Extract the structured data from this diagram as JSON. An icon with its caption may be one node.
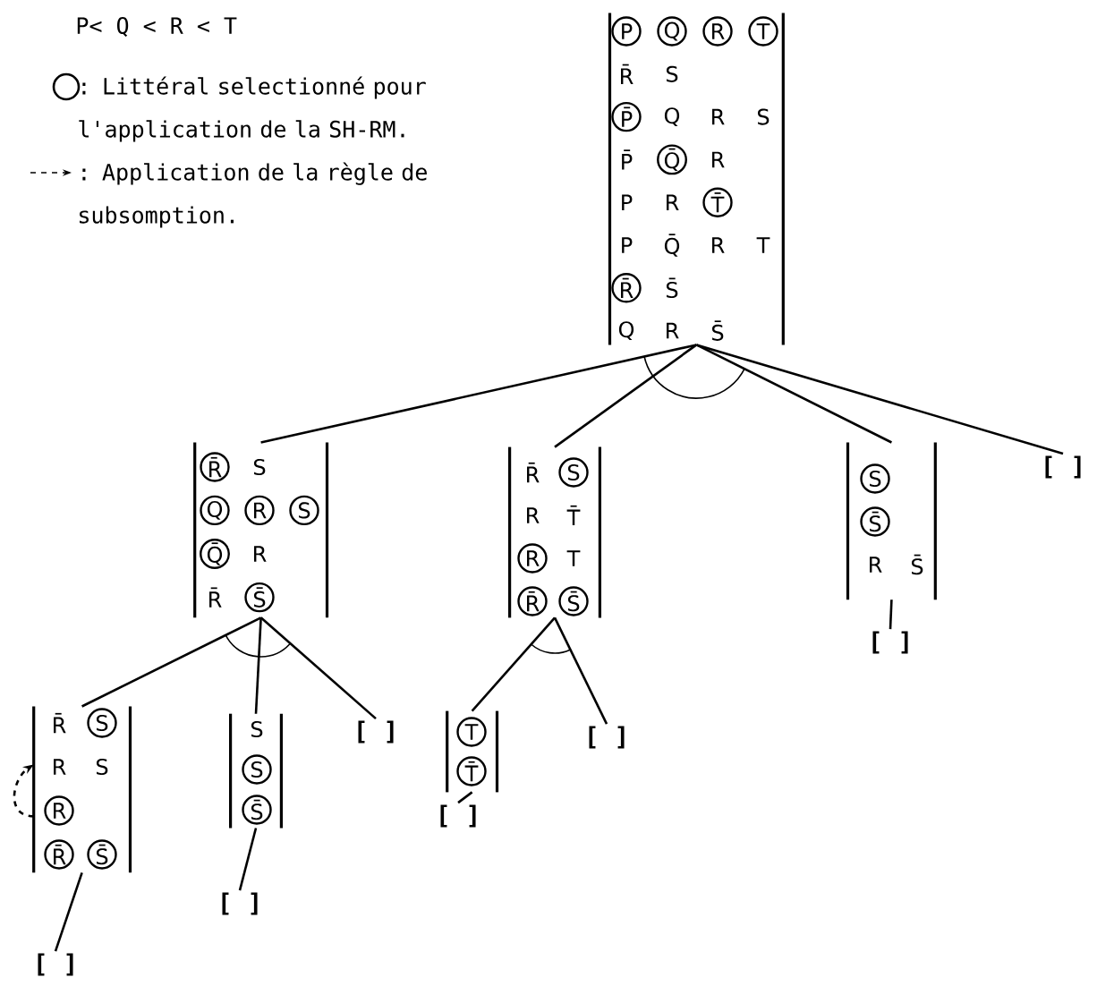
{
  "diagram": {
    "nodes": [
      {
        "text": [
          "P",
          "Q",
          "R",
          "T",
          "R̄",
          "S",
          "P̄",
          "Q",
          "R",
          "S",
          "P̄",
          "Q̄",
          "R",
          "P",
          "R",
          "T̄",
          "P",
          "Q̄",
          "R",
          "T",
          "R̄",
          "S̄",
          "Q",
          "R",
          "S̄"
        ]
      },
      {
        "text": [
          "R̄",
          "S",
          "Q",
          "R",
          "S",
          "Q̄",
          "R",
          "R̄",
          "S̄"
        ]
      },
      {
        "text": [
          "R̄",
          "S",
          "R",
          "T̄",
          "R",
          "T",
          "R̄",
          "S̄"
        ]
      },
      {
        "text": [
          "S",
          "S̄",
          "R",
          "S̄"
        ]
      },
      {
        "text": [
          "[ ]"
        ]
      },
      {
        "text": [
          "R̄",
          "S",
          "R",
          "S",
          "R",
          "R̄",
          "S̄"
        ]
      },
      {
        "text": [
          "S",
          "S",
          "S̄"
        ]
      },
      {
        "text": [
          "[ ]"
        ]
      },
      {
        "text": [
          "T",
          "T̄"
        ]
      },
      {
        "text": [
          "[ ]"
        ]
      },
      {
        "text": [
          "[ ]"
        ]
      },
      {
        "text": [
          "[ ]"
        ]
      },
      {
        "text": [
          "[ ]"
        ]
      },
      {
        "text": [
          "[ ]"
        ]
      }
    ],
    "edges": [
      {
        "from": 0,
        "to": 1,
        "arrow": "none"
      },
      {
        "from": 0,
        "to": 2,
        "arrow": "none"
      },
      {
        "from": 0,
        "to": 3,
        "arrow": "none"
      },
      {
        "from": 0,
        "to": 4,
        "arrow": "none"
      },
      {
        "from": 1,
        "to": 5,
        "arrow": "none"
      },
      {
        "from": 1,
        "to": 6,
        "arrow": "none"
      },
      {
        "from": 1,
        "to": 7,
        "arrow": "none"
      },
      {
        "from": 2,
        "to": 8,
        "arrow": "none"
      },
      {
        "from": 2,
        "to": 9,
        "arrow": "none"
      },
      {
        "from": 3,
        "to": 10,
        "arrow": "none"
      },
      {
        "from": 5,
        "to": 11,
        "arrow": "none"
      },
      {
        "from": 6,
        "to": 12,
        "arrow": "none"
      },
      {
        "from": 8,
        "to": 13,
        "arrow": "none"
      },
      {
        "from": 5,
        "to": 5,
        "arrow": "to",
        "style": "dashed"
      }
    ],
    "labels": [
      "P< Q < R < T"
    ],
    "legend": [
      {
        "text": ": Littéral selectionné pour l'application de la SH-RM."
      },
      {
        "text": ": Application de la règle de subsomption."
      }
    ]
  }
}
